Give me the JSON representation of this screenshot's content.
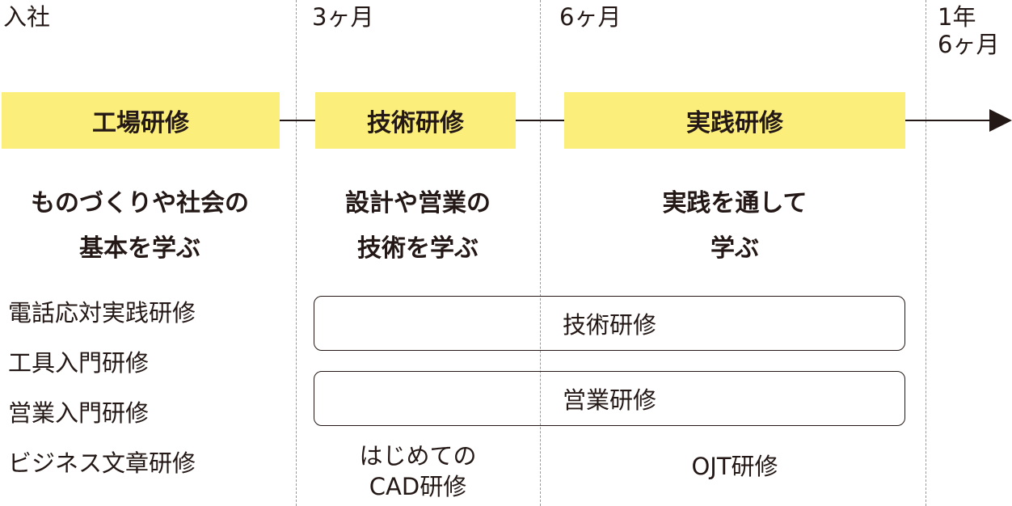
{
  "milestones": [
    {
      "label": "入社"
    },
    {
      "label": "3ヶ月"
    },
    {
      "label": "6ヶ月"
    },
    {
      "label": "1年\n6ヶ月"
    }
  ],
  "phases": [
    {
      "label": "工場研修"
    },
    {
      "label": "技術研修"
    },
    {
      "label": "実践研修"
    }
  ],
  "phase_color": "#fbee7a",
  "goals": [
    {
      "text": "ものづくりや社会の\n基本を学ぶ"
    },
    {
      "text": "設計や営業の\n技術を学ぶ"
    },
    {
      "text": "実践を通して\n学ぶ"
    }
  ],
  "factory_items": [
    "電話応対実践研修",
    "工具入門研修",
    "営業入門研修",
    "ビジネス文章研修"
  ],
  "span_boxes": [
    {
      "label": "技術研修"
    },
    {
      "label": "営業研修"
    }
  ],
  "bottom_notes": [
    {
      "text": "はじめての\nCAD研修"
    },
    {
      "text": "OJT研修"
    }
  ]
}
